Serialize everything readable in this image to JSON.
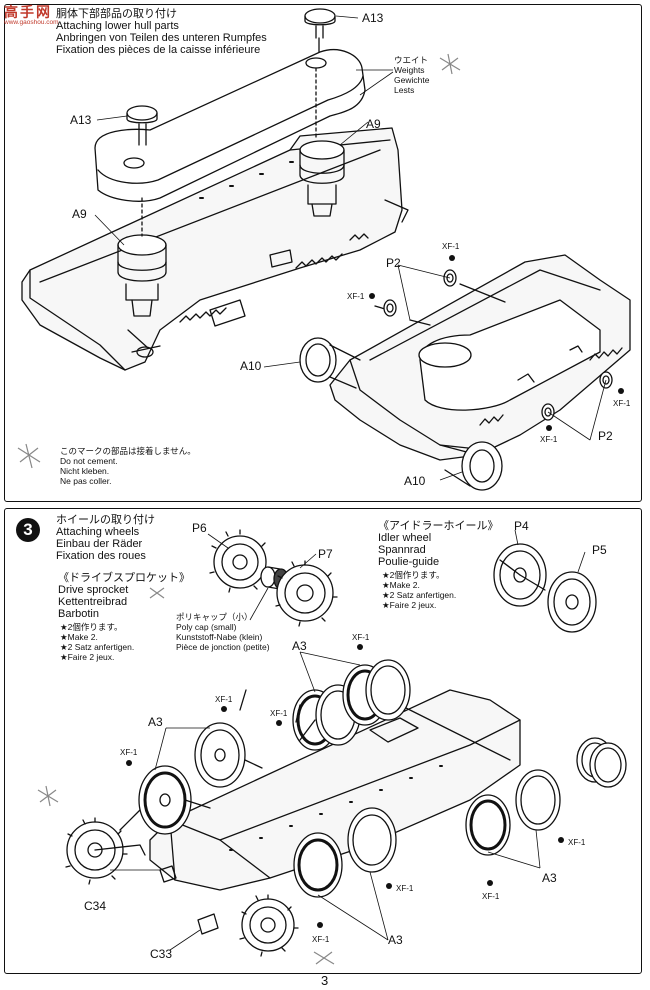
{
  "watermark": {
    "text": "高手网",
    "url": "www.gaoshou.com"
  },
  "step2": {
    "title_lines": [
      "胴体下部部品の取り付け",
      "Attaching lower hull parts",
      "Anbringen von Teilen des unteren Rumpfes",
      "Fixation des pièces de la caisse inférieure"
    ],
    "weights_lines": [
      "ウエイト",
      "Weights",
      "Gewichte",
      "Lests"
    ],
    "nocement_lines": [
      "このマークの部品は接着しません。",
      "Do not cement.",
      "Nicht kleben.",
      "Ne pas coller."
    ],
    "parts": {
      "a13_top": "A13",
      "a13_left": "A13",
      "a9_right": "A9",
      "a9_left": "A9",
      "p2_top": "P2",
      "p2_right": "P2",
      "a10_left": "A10",
      "a10_bottom": "A10"
    },
    "xf_labels": [
      "XF-1",
      "XF-1",
      "XF-1",
      "XF-1"
    ]
  },
  "step3": {
    "number": "3",
    "title_lines": [
      "ホイールの取り付け",
      "Attaching wheels",
      "Einbau der Räder",
      "Fixation des roues"
    ],
    "sprocket_lines": [
      "《ドライブスプロケット》",
      "Drive sprocket",
      "Kettentreibrad",
      "Barbotin"
    ],
    "make2_left_lines": [
      "★2個作ります。",
      "★Make 2.",
      "★2 Satz anfertigen.",
      "★Faire 2 jeux."
    ],
    "polycap_lines": [
      "ポリキャップ（小）",
      "Poly cap (small)",
      "Kunststoff-Nabe (klein)",
      "Pièce de jonction (petite)"
    ],
    "idler_lines": [
      "《アイドラーホイール》",
      "Idler wheel",
      "Spannrad",
      "Poulie-guide"
    ],
    "make2_right_lines": [
      "★2個作ります。",
      "★Make 2.",
      "★2 Satz anfertigen.",
      "★Faire 2 jeux."
    ],
    "parts": {
      "p6": "P6",
      "p7": "P7",
      "p4": "P4",
      "p5": "P5",
      "a3_1": "A3",
      "a3_2": "A3",
      "a3_3": "A3",
      "a3_4": "A3",
      "c34": "C34",
      "c33": "C33"
    },
    "xf_labels": [
      "XF-1",
      "XF-1",
      "XF-1",
      "XF-1",
      "XF-1",
      "XF-1",
      "XF-1",
      "XF-1"
    ]
  },
  "page_number": "3"
}
